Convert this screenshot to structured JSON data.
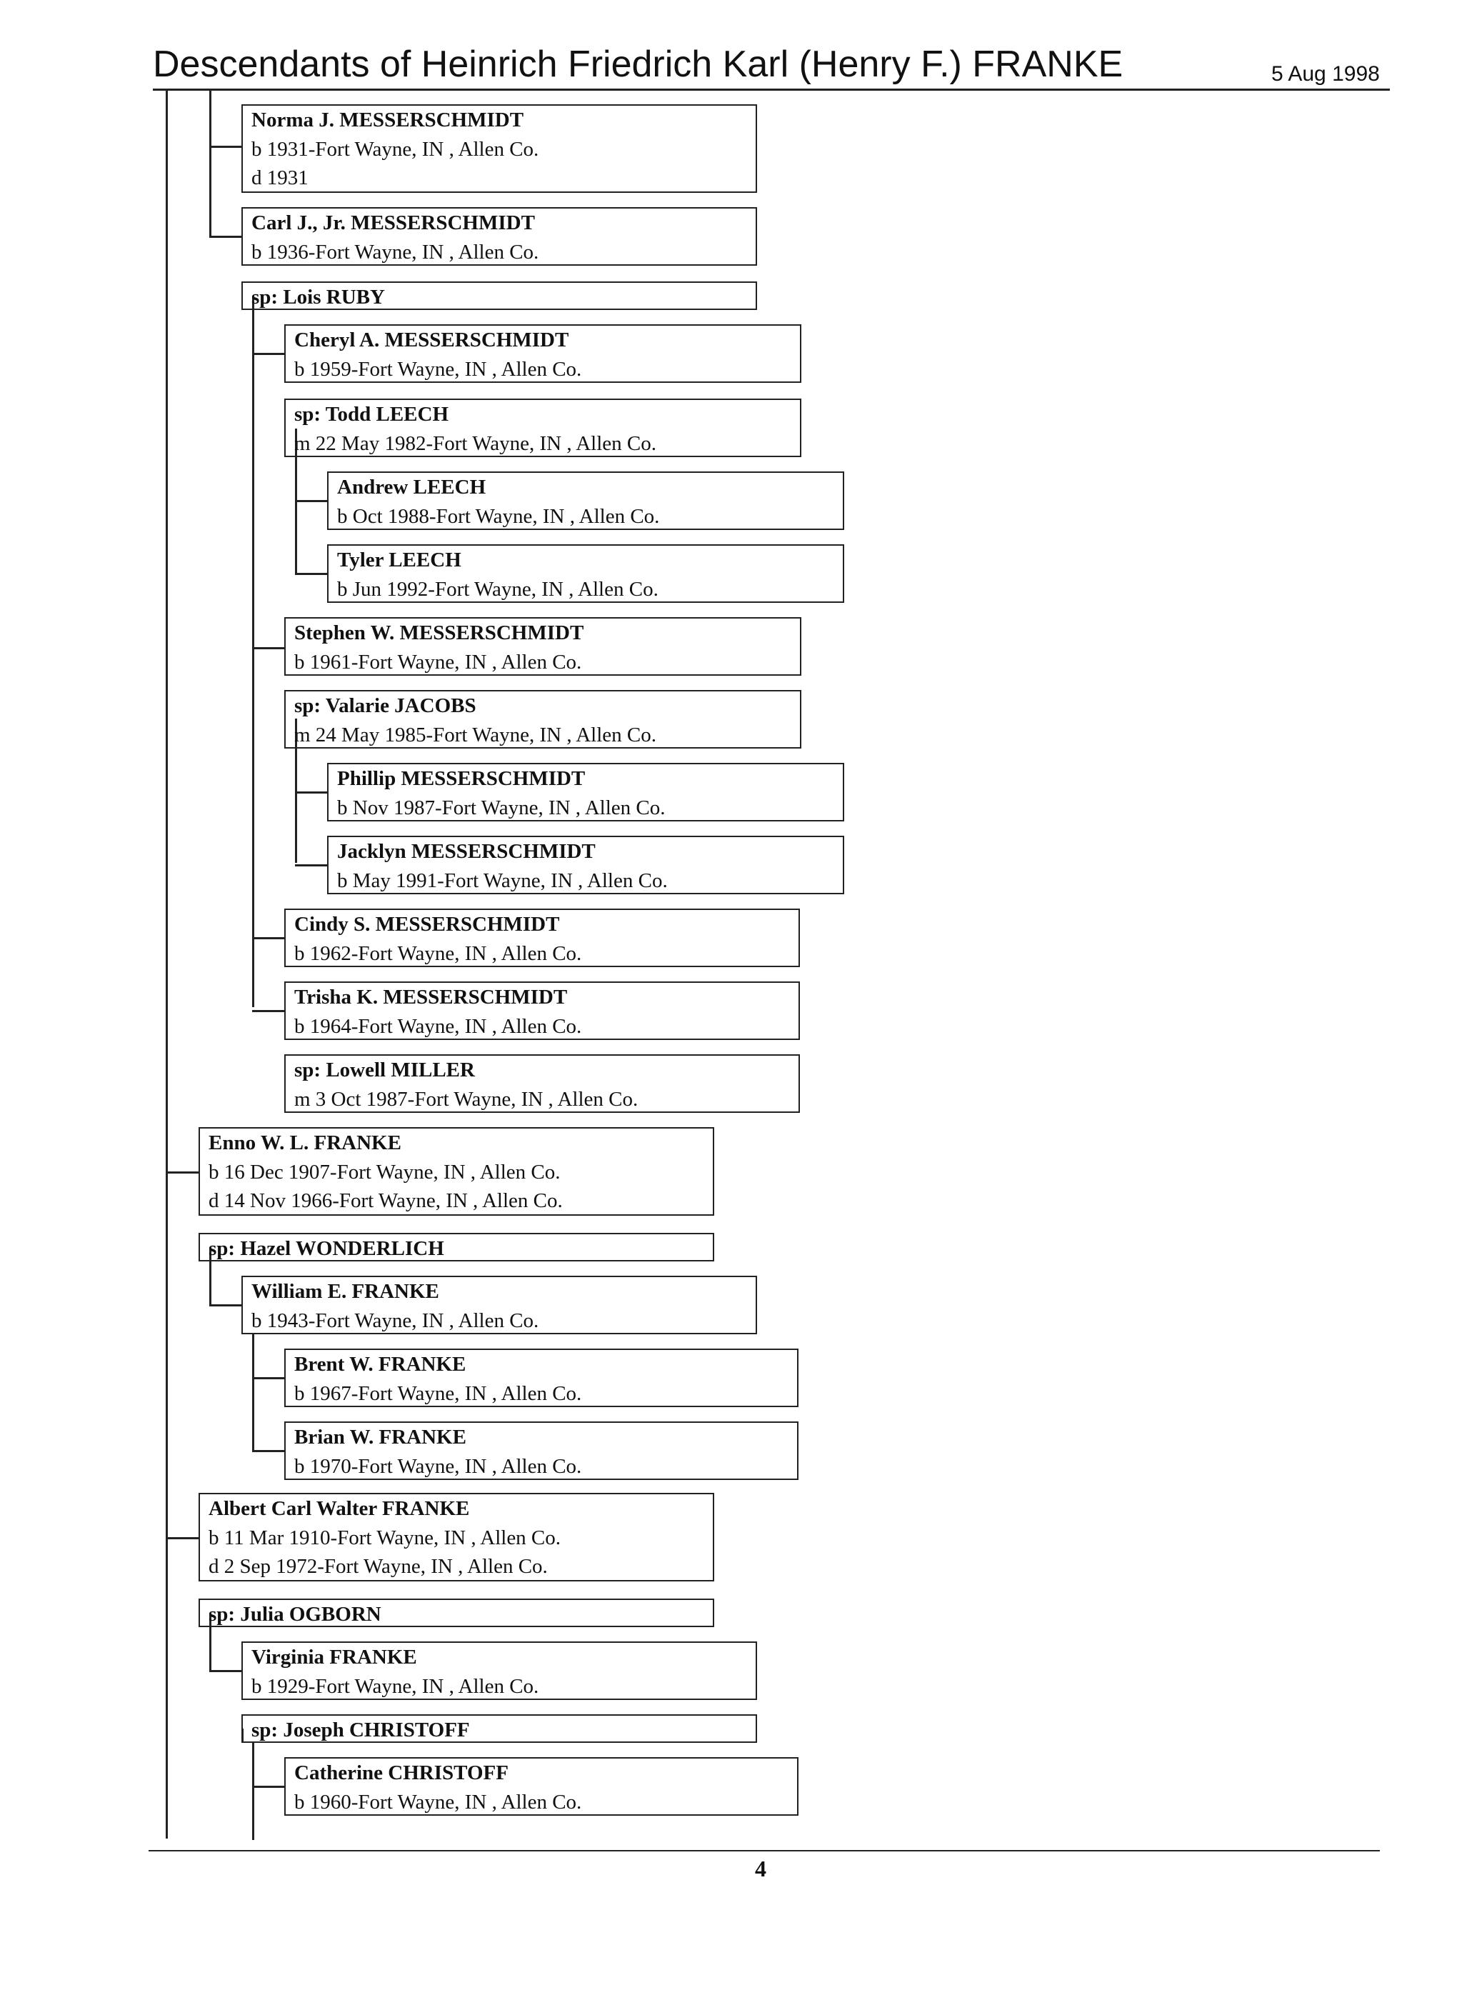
{
  "header": {
    "title": "Descendants of Heinrich Friedrich Karl (Henry F.) FRANKE",
    "date": "5 Aug 1998"
  },
  "footer": {
    "page_number": "4"
  },
  "entries": [
    {
      "name": "Norma J. MESSERSCHMIDT",
      "lines": [
        "b 1931-Fort Wayne, IN , Allen Co.",
        "d 1931"
      ]
    },
    {
      "name": "Carl  J., Jr. MESSERSCHMIDT",
      "lines": [
        "b 1936-Fort Wayne, IN , Allen Co."
      ]
    },
    {
      "name": "sp: Lois RUBY",
      "lines": []
    },
    {
      "name": "Cheryl A. MESSERSCHMIDT",
      "lines": [
        "b 1959-Fort Wayne, IN , Allen Co."
      ]
    },
    {
      "name": "sp: Todd LEECH",
      "lines": [
        "m 22 May 1982-Fort Wayne, IN , Allen Co."
      ]
    },
    {
      "name": "Andrew LEECH",
      "lines": [
        "b Oct 1988-Fort Wayne, IN , Allen Co."
      ]
    },
    {
      "name": "Tyler LEECH",
      "lines": [
        "b Jun 1992-Fort Wayne, IN , Allen Co."
      ]
    },
    {
      "name": "Stephen W. MESSERSCHMIDT",
      "lines": [
        "b 1961-Fort Wayne, IN , Allen Co."
      ]
    },
    {
      "name": "sp: Valarie JACOBS",
      "lines": [
        "m 24 May 1985-Fort Wayne, IN , Allen Co."
      ]
    },
    {
      "name": "Phillip MESSERSCHMIDT",
      "lines": [
        "b Nov 1987-Fort Wayne, IN , Allen Co."
      ]
    },
    {
      "name": "Jacklyn MESSERSCHMIDT",
      "lines": [
        "b May 1991-Fort Wayne, IN , Allen Co."
      ]
    },
    {
      "name": "Cindy S. MESSERSCHMIDT",
      "lines": [
        "b 1962-Fort Wayne, IN , Allen Co."
      ]
    },
    {
      "name": "Trisha K. MESSERSCHMIDT",
      "lines": [
        "b 1964-Fort Wayne, IN , Allen Co."
      ]
    },
    {
      "name": "sp: Lowell MILLER",
      "lines": [
        "m 3 Oct 1987-Fort Wayne, IN , Allen Co."
      ]
    },
    {
      "name": "Enno W. L. FRANKE",
      "lines": [
        "b 16 Dec 1907-Fort Wayne, IN , Allen Co.",
        "d 14 Nov 1966-Fort Wayne, IN , Allen Co."
      ]
    },
    {
      "name": "sp: Hazel WONDERLICH",
      "lines": []
    },
    {
      "name": "William E. FRANKE",
      "lines": [
        "b 1943-Fort Wayne, IN , Allen Co."
      ]
    },
    {
      "name": "Brent W. FRANKE",
      "lines": [
        "b 1967-Fort Wayne, IN , Allen Co."
      ]
    },
    {
      "name": "Brian W. FRANKE",
      "lines": [
        "b 1970-Fort Wayne, IN , Allen Co."
      ]
    },
    {
      "name": "Albert Carl Walter FRANKE",
      "lines": [
        "b 11 Mar 1910-Fort Wayne, IN , Allen Co.",
        "d 2 Sep 1972-Fort Wayne, IN , Allen Co."
      ]
    },
    {
      "name": "sp: Julia OGBORN",
      "lines": []
    },
    {
      "name": "Virginia FRANKE",
      "lines": [
        "b 1929-Fort Wayne, IN , Allen Co."
      ]
    },
    {
      "name": "sp: Joseph CHRISTOFF",
      "lines": []
    },
    {
      "name": "Catherine CHRISTOFF",
      "lines": [
        "b 1960-Fort Wayne, IN , Allen Co."
      ]
    }
  ]
}
